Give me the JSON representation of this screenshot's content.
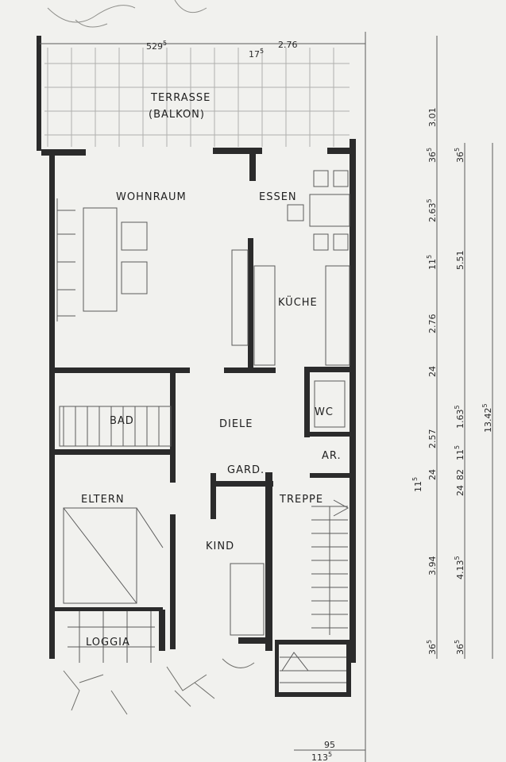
{
  "rooms": {
    "terrasse": "TERRASSE",
    "balkon": "(BALKON)",
    "wohnraum": "WOHNRAUM",
    "essen": "ESSEN",
    "kueche": "KÜCHE",
    "bad": "BAD",
    "diele": "DIELE",
    "wc": "WC",
    "ar": "AR.",
    "gard": "GARD.",
    "eltern": "ELTERN",
    "treppe": "TREPPE",
    "kind": "KIND",
    "loggia": "LOGGIA"
  },
  "dimensions": {
    "top_width": "529",
    "top_width_sup": "5",
    "top_small": "2.76",
    "top_17": "17",
    "top_17_sup": "5",
    "terrace_depth": "3.01",
    "d_36a": "36",
    "d_36a_sup": "5",
    "d_36b": "36",
    "d_36b_sup": "5",
    "essen_depth": "2.63",
    "essen_depth_sup": "5",
    "d_11a": "11",
    "d_11a_sup": "5",
    "living_depth": "5.51",
    "kitchen_depth": "2.76",
    "d_24a": "24",
    "wc_depth": "1.63",
    "wc_depth_sup": "5",
    "total_depth": "13.42",
    "total_depth_sup": "5",
    "bath_depth": "2.57",
    "d_11b": "11",
    "d_11b_sup": "5",
    "d_24b": "24",
    "d_82": "82",
    "d_24c": "24",
    "d_11c": "11",
    "d_11c_sup": "5",
    "bedroom_depth": "3.94",
    "bedroom_outer": "4.13",
    "bedroom_outer_sup": "5",
    "d_36c": "36",
    "d_36c_sup": "5",
    "d_36d": "36",
    "d_36d_sup": "5",
    "bottom_95": "95",
    "bottom_113": "113",
    "bottom_113_sup": "5"
  },
  "colors": {
    "paper": "#f1f1ee",
    "wall": "#2b2b2b",
    "line": "#5a5a5a"
  }
}
